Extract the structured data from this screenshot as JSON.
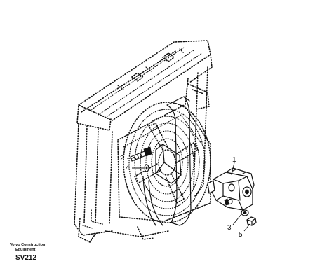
{
  "callouts": [
    {
      "id": "1",
      "label": "1"
    },
    {
      "id": "2",
      "label": "2"
    },
    {
      "id": "3",
      "label": "3"
    },
    {
      "id": "4",
      "label": "4"
    },
    {
      "id": "5",
      "label": "5"
    }
  ],
  "manufacturer": {
    "line1": "Volvo Construction",
    "line2": "Equipment"
  },
  "drawing_code": "SV212"
}
